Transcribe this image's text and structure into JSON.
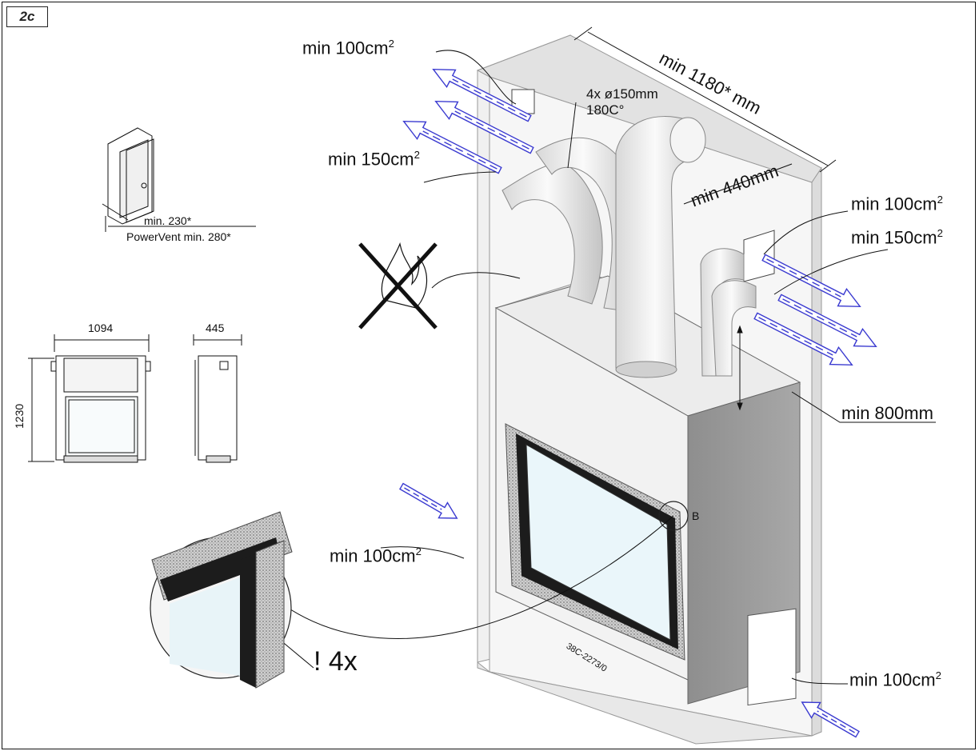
{
  "figure_tag": "2c",
  "labels": {
    "area_top_left": "min 100cm",
    "area_top_left_sup": "2",
    "area_mid_left": "min 150cm",
    "area_mid_left_sup": "2",
    "pipes": "4x ø150mm",
    "pipes_temp": "180C°",
    "width_min": "min 1180* mm",
    "depth_min": "min 440mm",
    "area_right_top": "min 100cm",
    "area_right_top_sup": "2",
    "area_right_mid": "min 150cm",
    "area_right_mid_sup": "2",
    "height_min": "min 800mm",
    "area_bottom_left": "min 100cm",
    "area_bottom_left_sup": "2",
    "area_bottom_right": "min 100cm",
    "area_bottom_right_sup": "2",
    "detail_marker": "B",
    "detail_count": "! 4x",
    "drawing_number": "38C-2273/0",
    "inset_min": "min. 230*",
    "inset_powervent": "PowerVent min. 280*",
    "dim_width": "1094",
    "dim_depth": "445",
    "dim_height": "1230"
  },
  "colors": {
    "airflow_arrow": "#3a3ad0",
    "casing_dark": "#9a9a9a",
    "casing_light": "#f2f2f2",
    "glass": "#e8f4f8",
    "frame_black": "#1c1c1c"
  }
}
